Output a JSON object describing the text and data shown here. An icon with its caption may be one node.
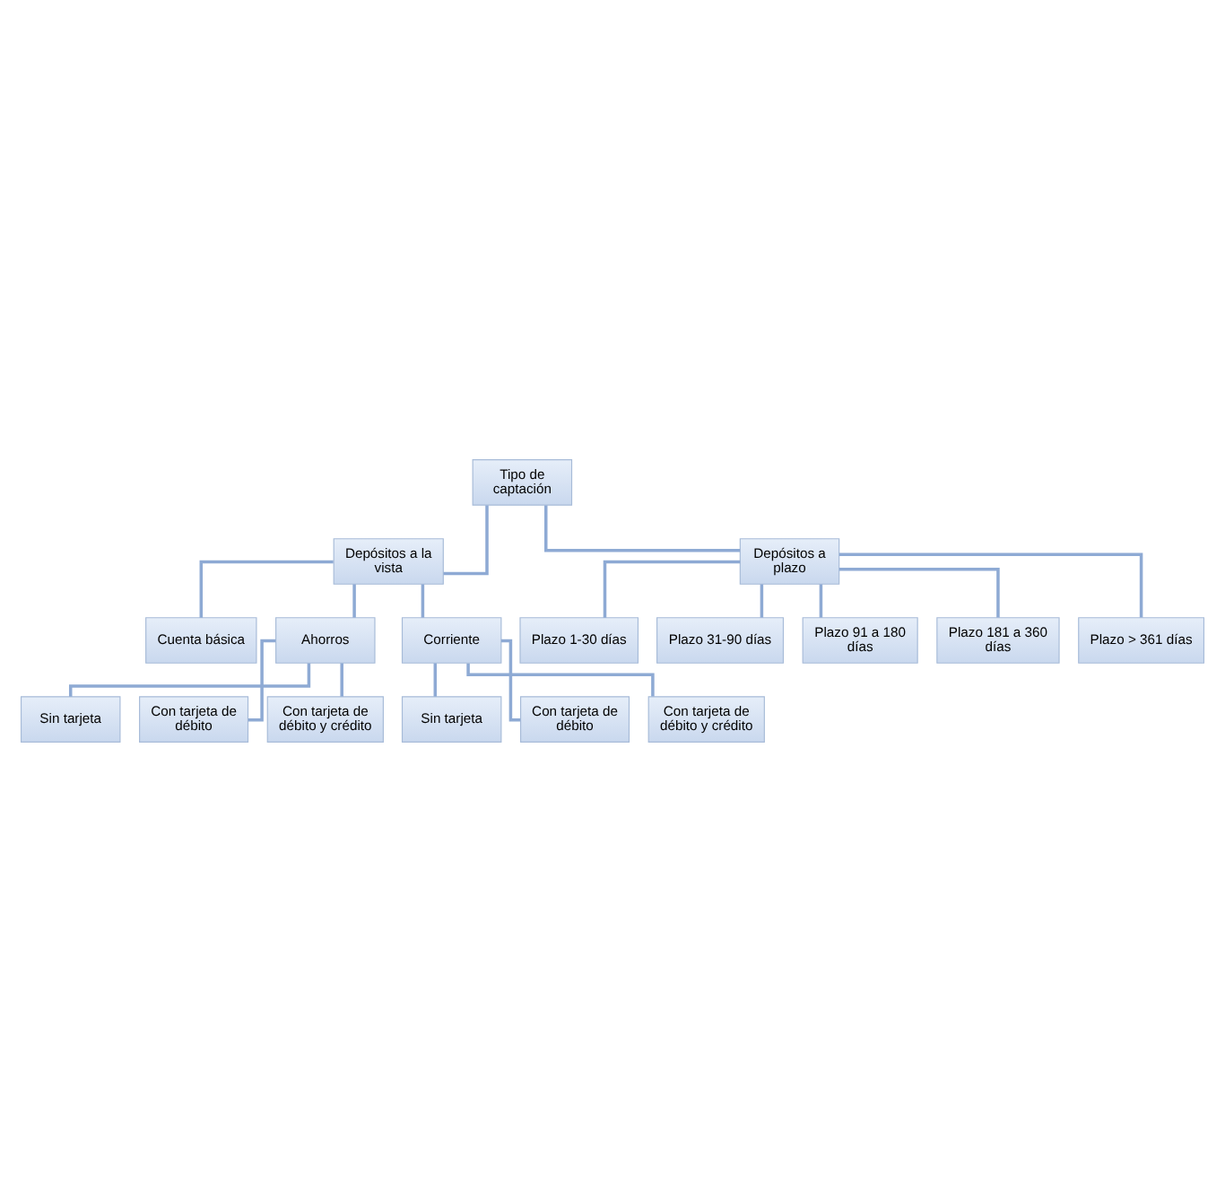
{
  "diagram": {
    "nodes": [
      {
        "text": [
          "Tipo de captación"
        ]
      },
      {
        "text": [
          "Depósitos a la vista"
        ]
      },
      {
        "text": [
          "Depósitos a plazo"
        ]
      },
      {
        "text": [
          "Cuenta básica"
        ]
      },
      {
        "text": [
          "Ahorros"
        ]
      },
      {
        "text": [
          "Corriente"
        ]
      },
      {
        "text": [
          "Sin tarjeta"
        ]
      },
      {
        "text": [
          "Con tarjeta de débito"
        ]
      },
      {
        "text": [
          "Con tarjeta de débito y crédito"
        ]
      },
      {
        "text": [
          "Sin tarjeta"
        ]
      },
      {
        "text": [
          "Con tarjeta de débito"
        ]
      },
      {
        "text": [
          "Con tarjeta de débito y crédito"
        ]
      },
      {
        "text": [
          "Plazo 1-30 días"
        ]
      },
      {
        "text": [
          "Plazo 31-90 días"
        ]
      },
      {
        "text": [
          "Plazo 91 a 180 días"
        ]
      },
      {
        "text": [
          "Plazo 181 a 360 días"
        ]
      },
      {
        "text": [
          "Plazo > 361 días"
        ]
      }
    ],
    "edges": [
      {
        "from": 0,
        "to": 1,
        "arrow": "none"
      },
      {
        "from": 0,
        "to": 2,
        "arrow": "none"
      },
      {
        "from": 1,
        "to": 3,
        "arrow": "none"
      },
      {
        "from": 1,
        "to": 4,
        "arrow": "none"
      },
      {
        "from": 1,
        "to": 5,
        "arrow": "none"
      },
      {
        "from": 4,
        "to": 6,
        "arrow": "none"
      },
      {
        "from": 4,
        "to": 7,
        "arrow": "none"
      },
      {
        "from": 4,
        "to": 8,
        "arrow": "none"
      },
      {
        "from": 5,
        "to": 9,
        "arrow": "none"
      },
      {
        "from": 5,
        "to": 10,
        "arrow": "none"
      },
      {
        "from": 5,
        "to": 11,
        "arrow": "none"
      },
      {
        "from": 2,
        "to": 12,
        "arrow": "none"
      },
      {
        "from": 2,
        "to": 13,
        "arrow": "none"
      },
      {
        "from": 2,
        "to": 14,
        "arrow": "none"
      },
      {
        "from": 2,
        "to": 15,
        "arrow": "none"
      },
      {
        "from": 2,
        "to": 16,
        "arrow": "none"
      }
    ]
  }
}
